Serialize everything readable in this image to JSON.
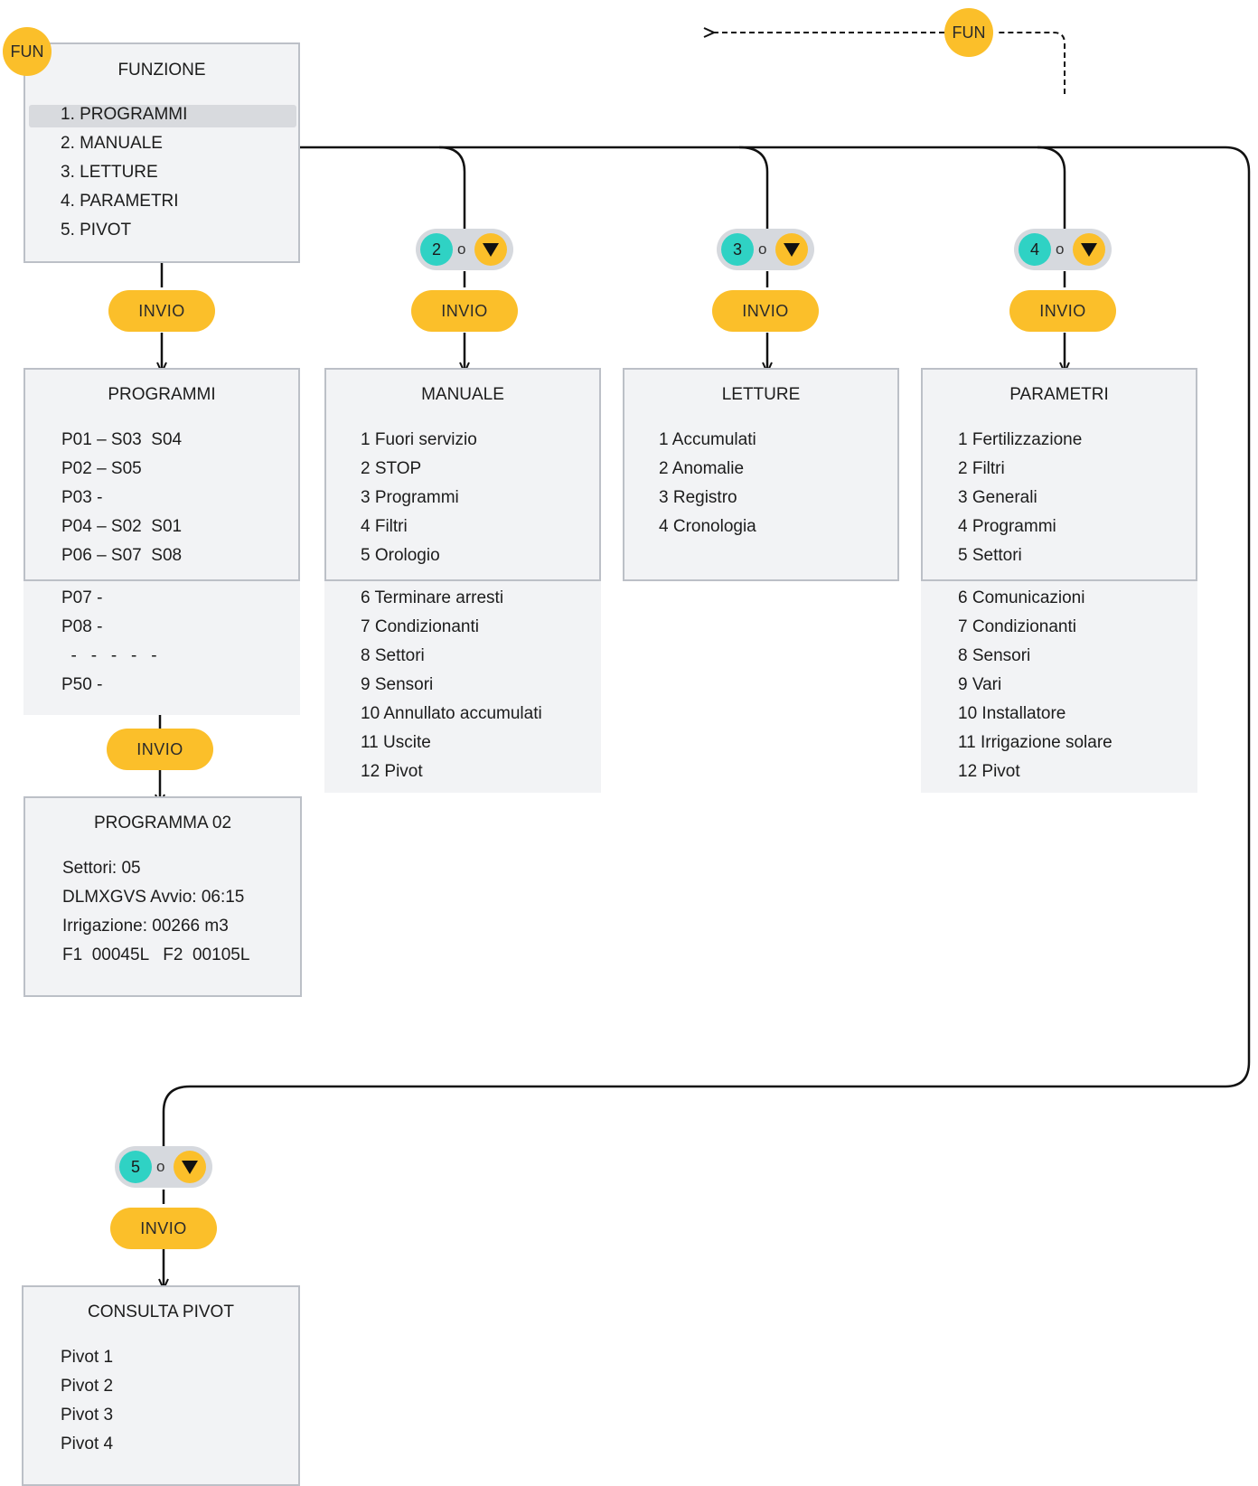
{
  "keys": {
    "fun": "FUN",
    "invio": "INVIO",
    "or": "o",
    "num_2": "2",
    "num_3": "3",
    "num_4": "4",
    "num_5": "5"
  },
  "funzione": {
    "title": "FUNZIONE",
    "items": [
      "1. PROGRAMMI",
      "2. MANUALE",
      "3. LETTURE",
      "4. PARAMETRI",
      "5. PIVOT"
    ]
  },
  "programmi": {
    "title": "PROGRAMMI",
    "items": [
      "P01 – S03  S04",
      "P02 – S05",
      "P03 -",
      "P04 – S02  S01",
      "P06 – S07  S08"
    ],
    "more": [
      "P07 -",
      "P08 -",
      "  -   -   -   -   -",
      "P50 -"
    ]
  },
  "manuale": {
    "title": "MANUALE",
    "items": [
      "1 Fuori servizio",
      "2 STOP",
      "3 Programmi",
      "4 Filtri",
      "5 Orologio"
    ],
    "more": [
      "6 Terminare arresti",
      "7 Condizionanti",
      "8 Settori",
      "9 Sensori",
      "10 Annullato accumulati",
      "11 Uscite",
      "12 Pivot"
    ]
  },
  "letture": {
    "title": "LETTURE",
    "items": [
      "1 Accumulati",
      "2 Anomalie",
      "3 Registro",
      "4 Cronologia"
    ]
  },
  "parametri": {
    "title": "PARAMETRI",
    "items": [
      "1 Fertilizzazione",
      "2 Filtri",
      "3 Generali",
      "4 Programmi",
      "5 Settori"
    ],
    "more": [
      "6 Comunicazioni",
      "7 Condizionanti",
      "8 Sensori",
      "9 Vari",
      "10 Installatore",
      "11 Irrigazione solare",
      "12 Pivot"
    ]
  },
  "programma02": {
    "title": "PROGRAMMA 02",
    "items": [
      "Settori: 05",
      "DLMXGVS Avvio: 06:15",
      "Irrigazione: 00266 m3",
      "F1  00045L   F2  00105L"
    ]
  },
  "consulta_pivot": {
    "title": "CONSULTA PIVOT",
    "items": [
      "Pivot 1",
      "Pivot 2",
      "Pivot 3",
      "Pivot 4"
    ]
  },
  "colors": {
    "accent_yellow": "#fbbf2a",
    "accent_teal": "#2fd2c4",
    "panel_bg": "#f2f3f5",
    "panel_border": "#bcc0c7"
  }
}
